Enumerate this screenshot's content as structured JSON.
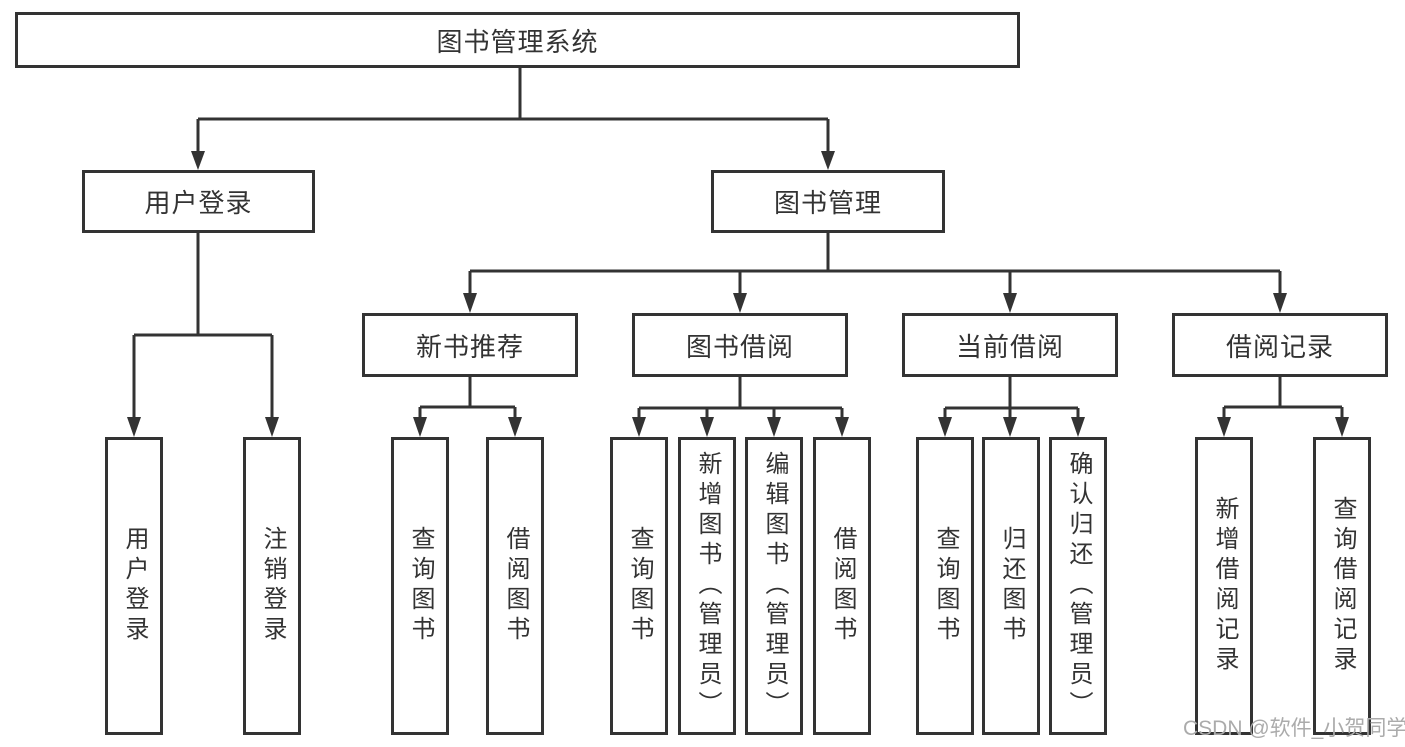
{
  "diagram": {
    "root": {
      "label": "图书管理系统"
    },
    "branches": [
      {
        "label": "用户登录",
        "children": [
          {
            "label": "用户登录"
          },
          {
            "label": "注销登录"
          }
        ]
      },
      {
        "label": "图书管理",
        "children": [
          {
            "label": "新书推荐",
            "children": [
              {
                "label": "查询图书"
              },
              {
                "label": "借阅图书"
              }
            ]
          },
          {
            "label": "图书借阅",
            "children": [
              {
                "label": "查询图书"
              },
              {
                "label": "新增图书（管理员）"
              },
              {
                "label": "编辑图书（管理员）"
              },
              {
                "label": "借阅图书"
              }
            ]
          },
          {
            "label": "当前借阅",
            "children": [
              {
                "label": "查询图书"
              },
              {
                "label": "归还图书"
              },
              {
                "label": "确认归还（管理员）"
              }
            ]
          },
          {
            "label": "借阅记录",
            "children": [
              {
                "label": "新增借阅记录"
              },
              {
                "label": "查询借阅记录"
              }
            ]
          }
        ]
      }
    ]
  },
  "watermark": {
    "text": "CSDN @软件_小贺同学"
  },
  "colors": {
    "line": "#333333",
    "text": "#333333",
    "box_background": "#ffffff",
    "watermark_text": "#ababab"
  }
}
